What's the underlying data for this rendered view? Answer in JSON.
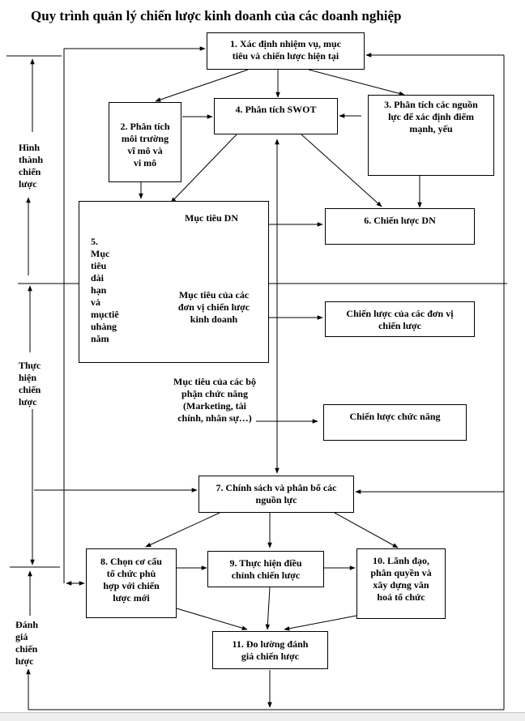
{
  "title": "Quy trình quản lý chiến lược kinh doanh của các doanh nghiệp",
  "stages": {
    "formation": "Hình\nthành\nchiến\nlược",
    "implementation": "Thực\nhiện\nchiến\nlược",
    "evaluation": "Đánh\ngiá\nchiến\nlược"
  },
  "boxes": {
    "b1": "1. Xác định nhiệm vụ, mục\ntiêu và chiến lược hiện tại",
    "b2": "2. Phân tích\nmôi trường\nvĩ mô và\nvi mô",
    "b3": "3. Phân tích các nguồn\nlực để xác định điểm\nmạnh, yếu",
    "b4": "4. Phân tích SWOT",
    "b5": "5. Mục\ntiêu\ndài\nhạn và\nmụctiê\nuhàng\nnăm",
    "b6": "6. Chiến lược DN",
    "b6b": "Chiến lược của các đơn vị\nchiến lược",
    "b6c": "Chiến lược chức năng",
    "b7": "7. Chính sách và phân bổ các\nnguồn lực",
    "b8": "8. Chọn cơ cấu\ntổ chức phù\nhợp với chiến\nlược mới",
    "b9": "9. Thực hiện điều\nchỉnh chiến lược",
    "b10": "10. Lãnh đạo,\nphân quyền và\nxây dựng văn\nhoá tổ chức",
    "b11": "11. Đo lường đánh\ngiá chiến lược"
  },
  "objectives": {
    "dn": "Mục tiêu DN",
    "units": "Mục tiêu của các\nđơn vị chiến lược\nkinh doanh",
    "functions": "Mục tiêu của các bộ\nphận chức năng\n(Marketing, tài\nchính, nhân sự…)"
  }
}
